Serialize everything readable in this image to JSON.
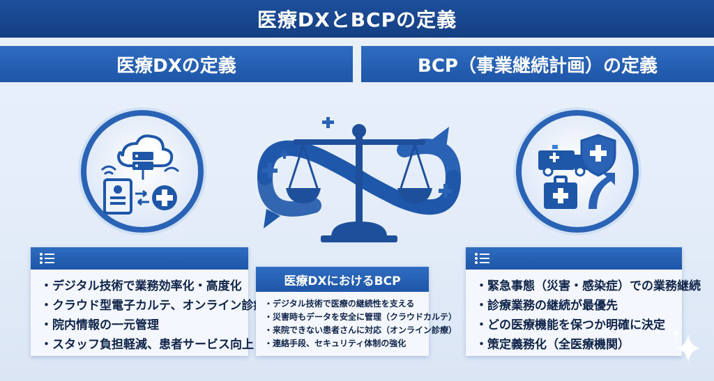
{
  "title": "医療DXとBCPの定義",
  "left": {
    "header": "医療DXの定義",
    "items": [
      "・デジタル技術で業務効率化・高度化",
      "・クラウド型電子カルテ、オンライン診療",
      "・院内情報の一元管理",
      "・スタッフ負担軽減、患者サービス向上"
    ]
  },
  "right": {
    "header": "BCP（事業継続計画）の定義",
    "items": [
      "・緊急事態（災害・感染症）での業務継続",
      "・診療業務の継続が最優先",
      "・どの医療機能を保つか明確に決定",
      "・策定義務化（全医療機関）"
    ]
  },
  "center": {
    "header": "医療DXにおけるBCP",
    "items": [
      "・デジタル技術で医療の継続性を支える",
      "・災害時もデータを安全に管理（クラウドカルテ）",
      "・来院できない患者さんに対応（オンライン診療）",
      "・連絡手段、セキュリティ体制の強化"
    ]
  },
  "icons": {
    "left_circle": [
      "cloud-icon",
      "server-icon",
      "tablet-profile-icon",
      "medical-cross-icon",
      "wifi-icon"
    ],
    "center": [
      "infinity-arrows-icon",
      "balance-scale-icon",
      "plus-icon"
    ],
    "right_circle": [
      "ambulance-icon",
      "shield-cross-icon",
      "medical-kit-icon",
      "up-arrow-icon"
    ],
    "list": "list-icon"
  },
  "colors": {
    "primary": "#1e56a8",
    "dark": "#143f82",
    "light": "#eaf1fb",
    "text": "#10244a"
  }
}
